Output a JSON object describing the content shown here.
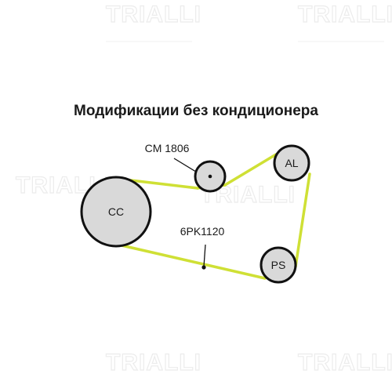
{
  "diagram": {
    "title": "Модификации без кондиционера",
    "belt_label": "6PK1120",
    "tensioner_label": "CM 1806",
    "belt_color": "#cfe035",
    "pulleys": {
      "cc": "CC",
      "al": "AL",
      "ps": "PS"
    },
    "watermark": "TRIALLI"
  }
}
